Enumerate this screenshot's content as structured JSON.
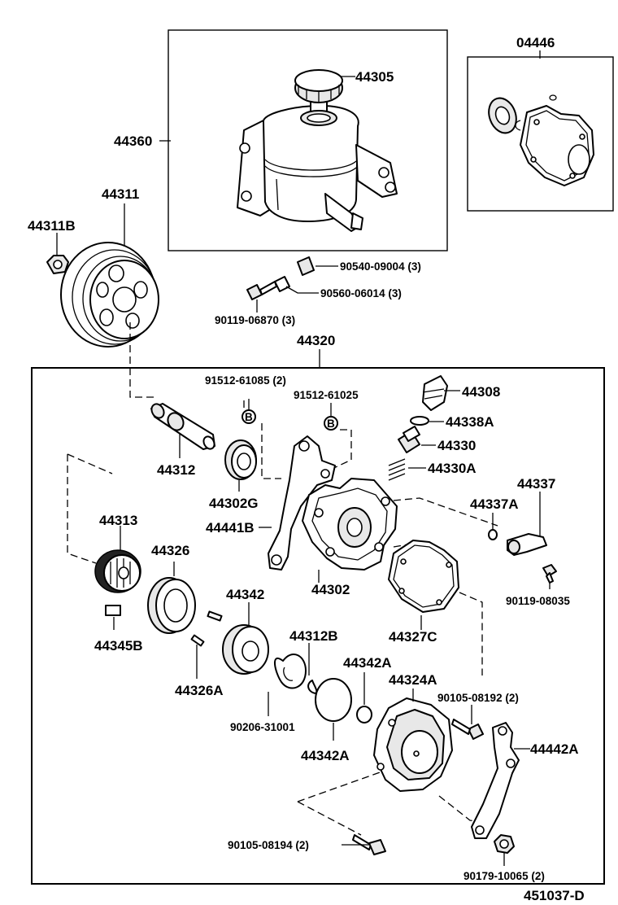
{
  "diagram_id": "451037-D",
  "kit": {
    "number": "04446"
  },
  "labels": {
    "l44305": "44305",
    "l44360": "44360",
    "l44311": "44311",
    "l44311B": "44311B",
    "l90540": "90540-09004 (3)",
    "l90560": "90560-06014 (3)",
    "l90119a": "90119-06870 (3)",
    "l44320": "44320",
    "l91512a": "91512-61085 (2)",
    "l91512b": "91512-61025",
    "l44308": "44308",
    "l44338A": "44338A",
    "l44330": "44330",
    "l44330A": "44330A",
    "l44337": "44337",
    "l44337A": "44337A",
    "l90119b": "90119-08035",
    "l44312": "44312",
    "l44302G": "44302G",
    "l44441B": "44441B",
    "l44302": "44302",
    "l44313": "44313",
    "l44326": "44326",
    "l44342": "44342",
    "l44345B": "44345B",
    "l44312B": "44312B",
    "l44342Aa": "44342A",
    "l44327C": "44327C",
    "l44324A": "44324A",
    "l90105a": "90105-08192 (2)",
    "l44326A": "44326A",
    "l90206": "90206-31001",
    "l44342Ab": "44342A",
    "l44442A": "44442A",
    "l90105b": "90105-08194 (2)",
    "l90179": "90179-10065 (2)"
  },
  "markers": {
    "b": "B"
  }
}
